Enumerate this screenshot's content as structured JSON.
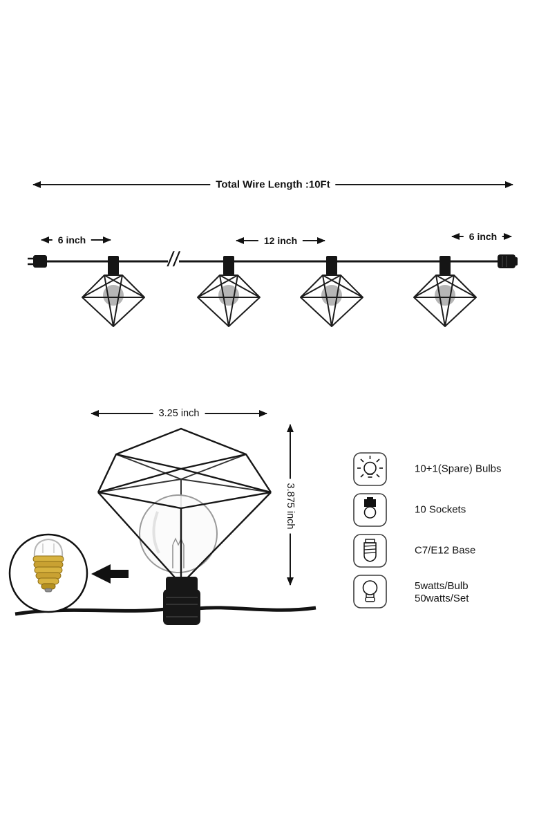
{
  "diagram": {
    "total_wire_label": "Total Wire Length :10Ft",
    "left_spacing_label": "6 inch",
    "middle_spacing_label": "12 inch",
    "right_spacing_label": "6 inch",
    "break_mark": "//",
    "detail_width_label": "3.25 inch",
    "detail_height_label": "3.875 inch"
  },
  "specs": {
    "items": [
      {
        "icon": "lit-bulb-icon",
        "label": "10+1(Spare) Bulbs"
      },
      {
        "icon": "socket-bulb-icon",
        "label": "10 Sockets"
      },
      {
        "icon": "lamp-base-icon",
        "label": "C7/E12 Base"
      },
      {
        "icon": "bulb-outline-icon",
        "label": "5watts/Bulb",
        "label2": "50watts/Set"
      }
    ]
  },
  "colors": {
    "line": "#111111",
    "brass": "#c9a132",
    "bulb_gray": "#a9a9a9"
  }
}
